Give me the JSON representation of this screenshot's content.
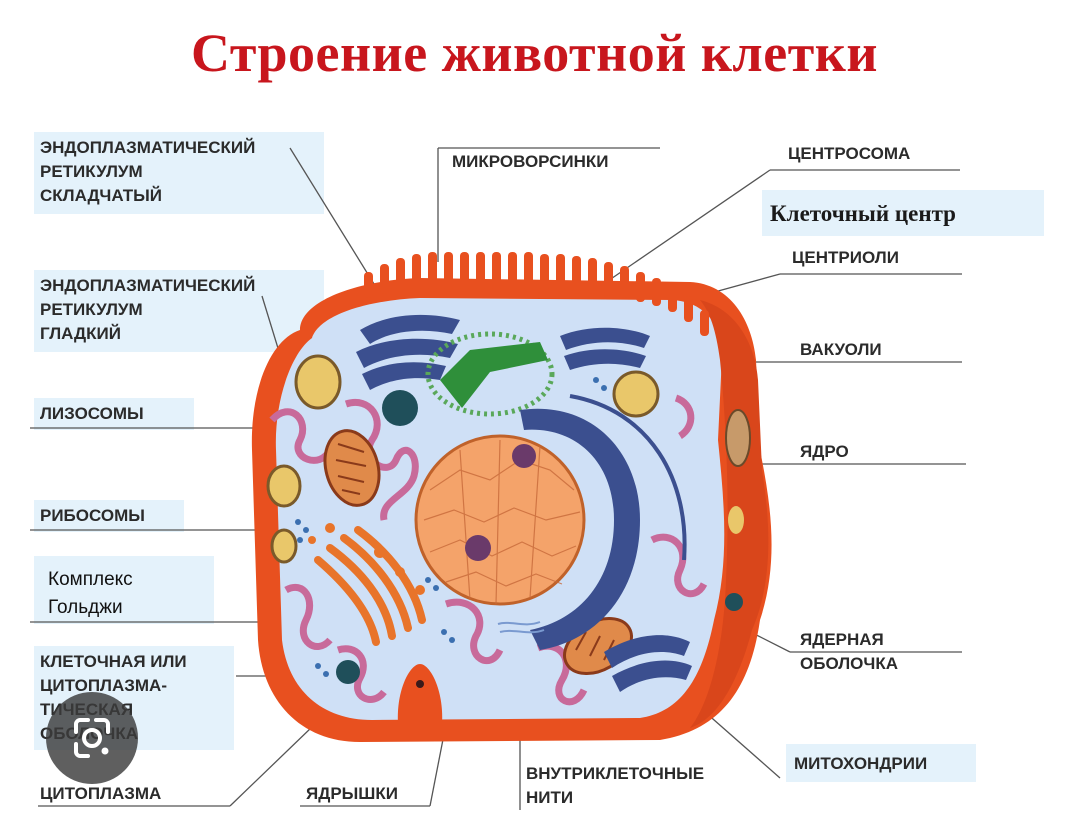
{
  "title": "Строение животной клетки",
  "labels": {
    "er_rough": "ЭНДОПЛАЗМАТИЧЕСКИЙ\nРЕТИКУЛУМ\nСКЛАДЧАТЫЙ",
    "er_smooth": "ЭНДОПЛАЗМАТИЧЕСКИЙ\nРЕТИКУЛУМ\nГЛАДКИЙ",
    "lysosomes": "ЛИЗОСОМЫ",
    "ribosomes": "РИБОСОМЫ",
    "golgi": "Комплекс\nГольджи",
    "membrane": "КЛЕТОЧНАЯ ИЛИ\nЦИТОПЛАЗМА-\nТИЧЕСКАЯ\nОБОЛОЧКА",
    "cytoplasm": "ЦИТОПЛАЗМА",
    "nucleoli": "ЯДРЫШКИ",
    "filaments": "ВНУТРИКЛЕТОЧНЫЕ\nНИТИ",
    "microvilli": "МИКРОВОРСИНКИ",
    "centrosome": "ЦЕНТРОСОМА",
    "cell_center": "Клеточный центр",
    "centrioles": "ЦЕНТРИОЛИ",
    "vacuoles": "ВАКУОЛИ",
    "nucleus": "ЯДРО",
    "nuclear_envelope": "ЯДЕРНАЯ\nОБОЛОЧКА",
    "mitochondria": "МИТОХОНДРИИ"
  },
  "colors": {
    "title": "#c8161d",
    "label_box": "#e4f2fb",
    "membrane": "#e8501f",
    "cytoplasm": "#cfe0f6",
    "nucleus": "#f4a36a",
    "er": "#3b4f8f",
    "lysosome": "#c86a9a",
    "golgi": "#e8742a",
    "centrosome": "#2f8f3a"
  },
  "icons": {
    "lens": "google-lens-icon"
  }
}
